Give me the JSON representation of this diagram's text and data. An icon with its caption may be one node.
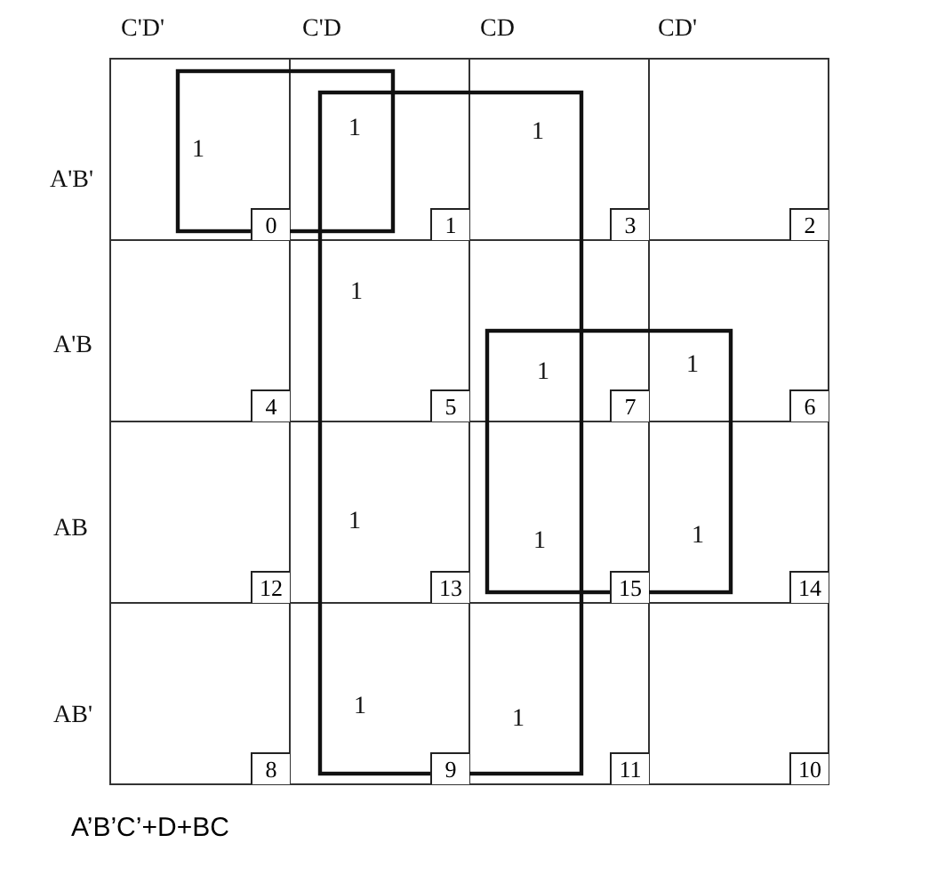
{
  "diagram": {
    "caption": "A’B’C’+D+BC",
    "labels": [
      "C'D'",
      "C'D",
      "CD",
      "CD'",
      "A'B'",
      "1",
      "0",
      "1",
      "1",
      "1",
      "3",
      "2",
      "A'B",
      "4",
      "1",
      "5",
      "1",
      "7",
      "1",
      "6",
      "AB",
      "12",
      "1",
      "13",
      "1",
      "15",
      "1",
      "14",
      "AB'",
      "8",
      "1",
      "9",
      "1",
      "11",
      "10"
    ]
  }
}
